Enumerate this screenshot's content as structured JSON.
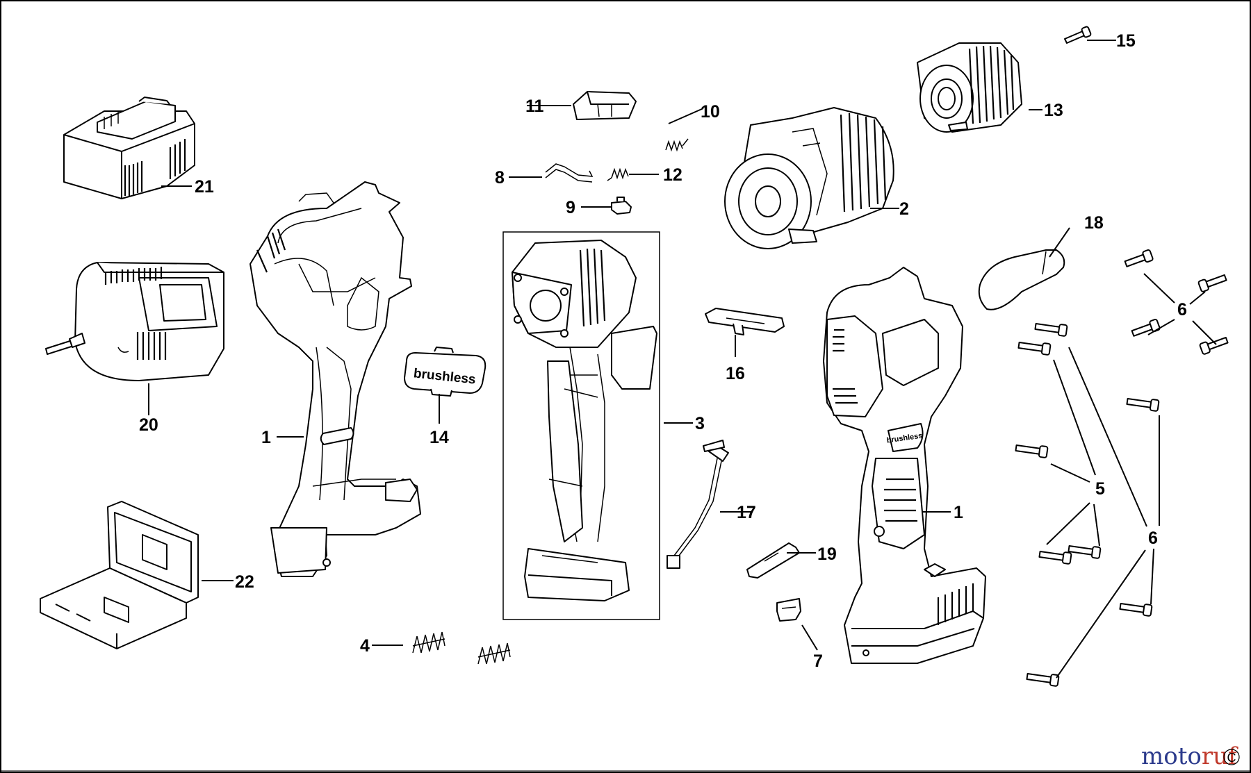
{
  "diagram": {
    "callouts": [
      "1",
      "1",
      "2",
      "3",
      "4",
      "5",
      "6",
      "6",
      "7",
      "8",
      "9",
      "10",
      "11",
      "12",
      "13",
      "14",
      "15",
      "16",
      "17",
      "18",
      "19",
      "20",
      "21",
      "22"
    ],
    "badge_text": "brushless"
  },
  "watermark": {
    "part1": "moto",
    "part2": "ruf",
    "part1_color": "#2b3a8c",
    "part2_color": "#c0392b",
    "suffix": "C"
  }
}
